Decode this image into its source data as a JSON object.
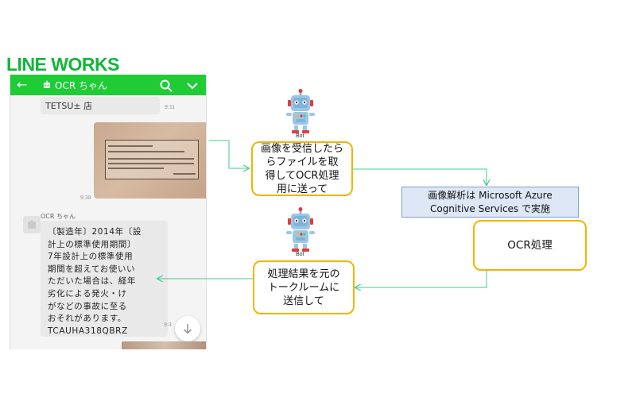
{
  "brand": "LINE WORKS",
  "phone": {
    "header_title": "OCR ちゃん",
    "back_icon": "arrow-left-icon",
    "search_icon": "search-icon",
    "chevron_icon": "chevron-down-icon",
    "top_message": "TETSU± 店",
    "top_message_time": "9:11",
    "photo_time": "9:38",
    "photo_text": {
      "line1": "〔製造年〕 2014年",
      "line2": "〔設計上の標準使用期間〕 7年",
      "line3": "設計上の標準使用期間を超えてお使いいただいた",
      "line4": "場合は、経年劣化による発火・けがなどの事故に至る",
      "line5": "おそれがあります。",
      "code": "TCAUHA318QBRZ"
    },
    "sender_name": "OCR ちゃん",
    "reply_lines": [
      "〔製造年〕2014年〔設",
      "計上の標準使用期間〕",
      "7年設計上の標準使用",
      "期間を超えてお使いい",
      "ただいた場合は、経年",
      "劣化による発火・け",
      "がなどの事故に至る",
      "おそれがあります。",
      "TCAUHA318QBRZ"
    ],
    "reply_time": "9:3",
    "scroll_icon": "arrow-down-icon"
  },
  "bots": [
    {
      "label": "Bot",
      "icon": "robot-icon"
    },
    {
      "label": "Bot",
      "icon": "robot-icon"
    }
  ],
  "boxes": {
    "receive": [
      "画像を受信したら",
      "らファイルを取",
      "得してOCR処理",
      "用に送って"
    ],
    "azure": [
      "画像解析は Microsoft Azure",
      "Cognitive Services で実施"
    ],
    "ocr": "OCR処理",
    "reply": [
      "処理結果を元の",
      "トークルームに",
      "送信して"
    ]
  },
  "colors": {
    "brand_green": "#12b53b",
    "header_green": "#1fcc35",
    "box_border": "#f3b400",
    "connector": "#3ecf8e",
    "azure_fill": "#dde7f6"
  }
}
